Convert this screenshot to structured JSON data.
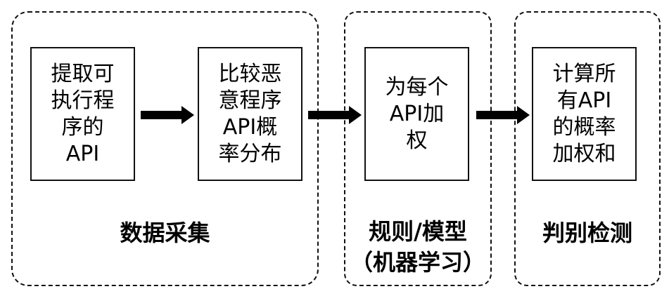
{
  "groups": [
    {
      "label": "数据采集"
    },
    {
      "label": "规则/模型\n（机器学习）"
    },
    {
      "label": "判别检测"
    }
  ],
  "steps": [
    {
      "text": "提取可\n执行程\n序的\nAPI"
    },
    {
      "text": "比较恶\n意程序\nAPI概\n率分布"
    },
    {
      "text": "为每个\nAPI加\n权"
    },
    {
      "text": "计算所\n有API\n的概率\n加权和"
    }
  ],
  "arrows": [
    {
      "from": "step-1",
      "to": "step-2",
      "icon": "right-arrow-icon"
    },
    {
      "from": "step-2",
      "to": "step-3",
      "icon": "right-arrow-icon"
    },
    {
      "from": "step-3",
      "to": "step-4",
      "icon": "right-arrow-icon"
    }
  ]
}
